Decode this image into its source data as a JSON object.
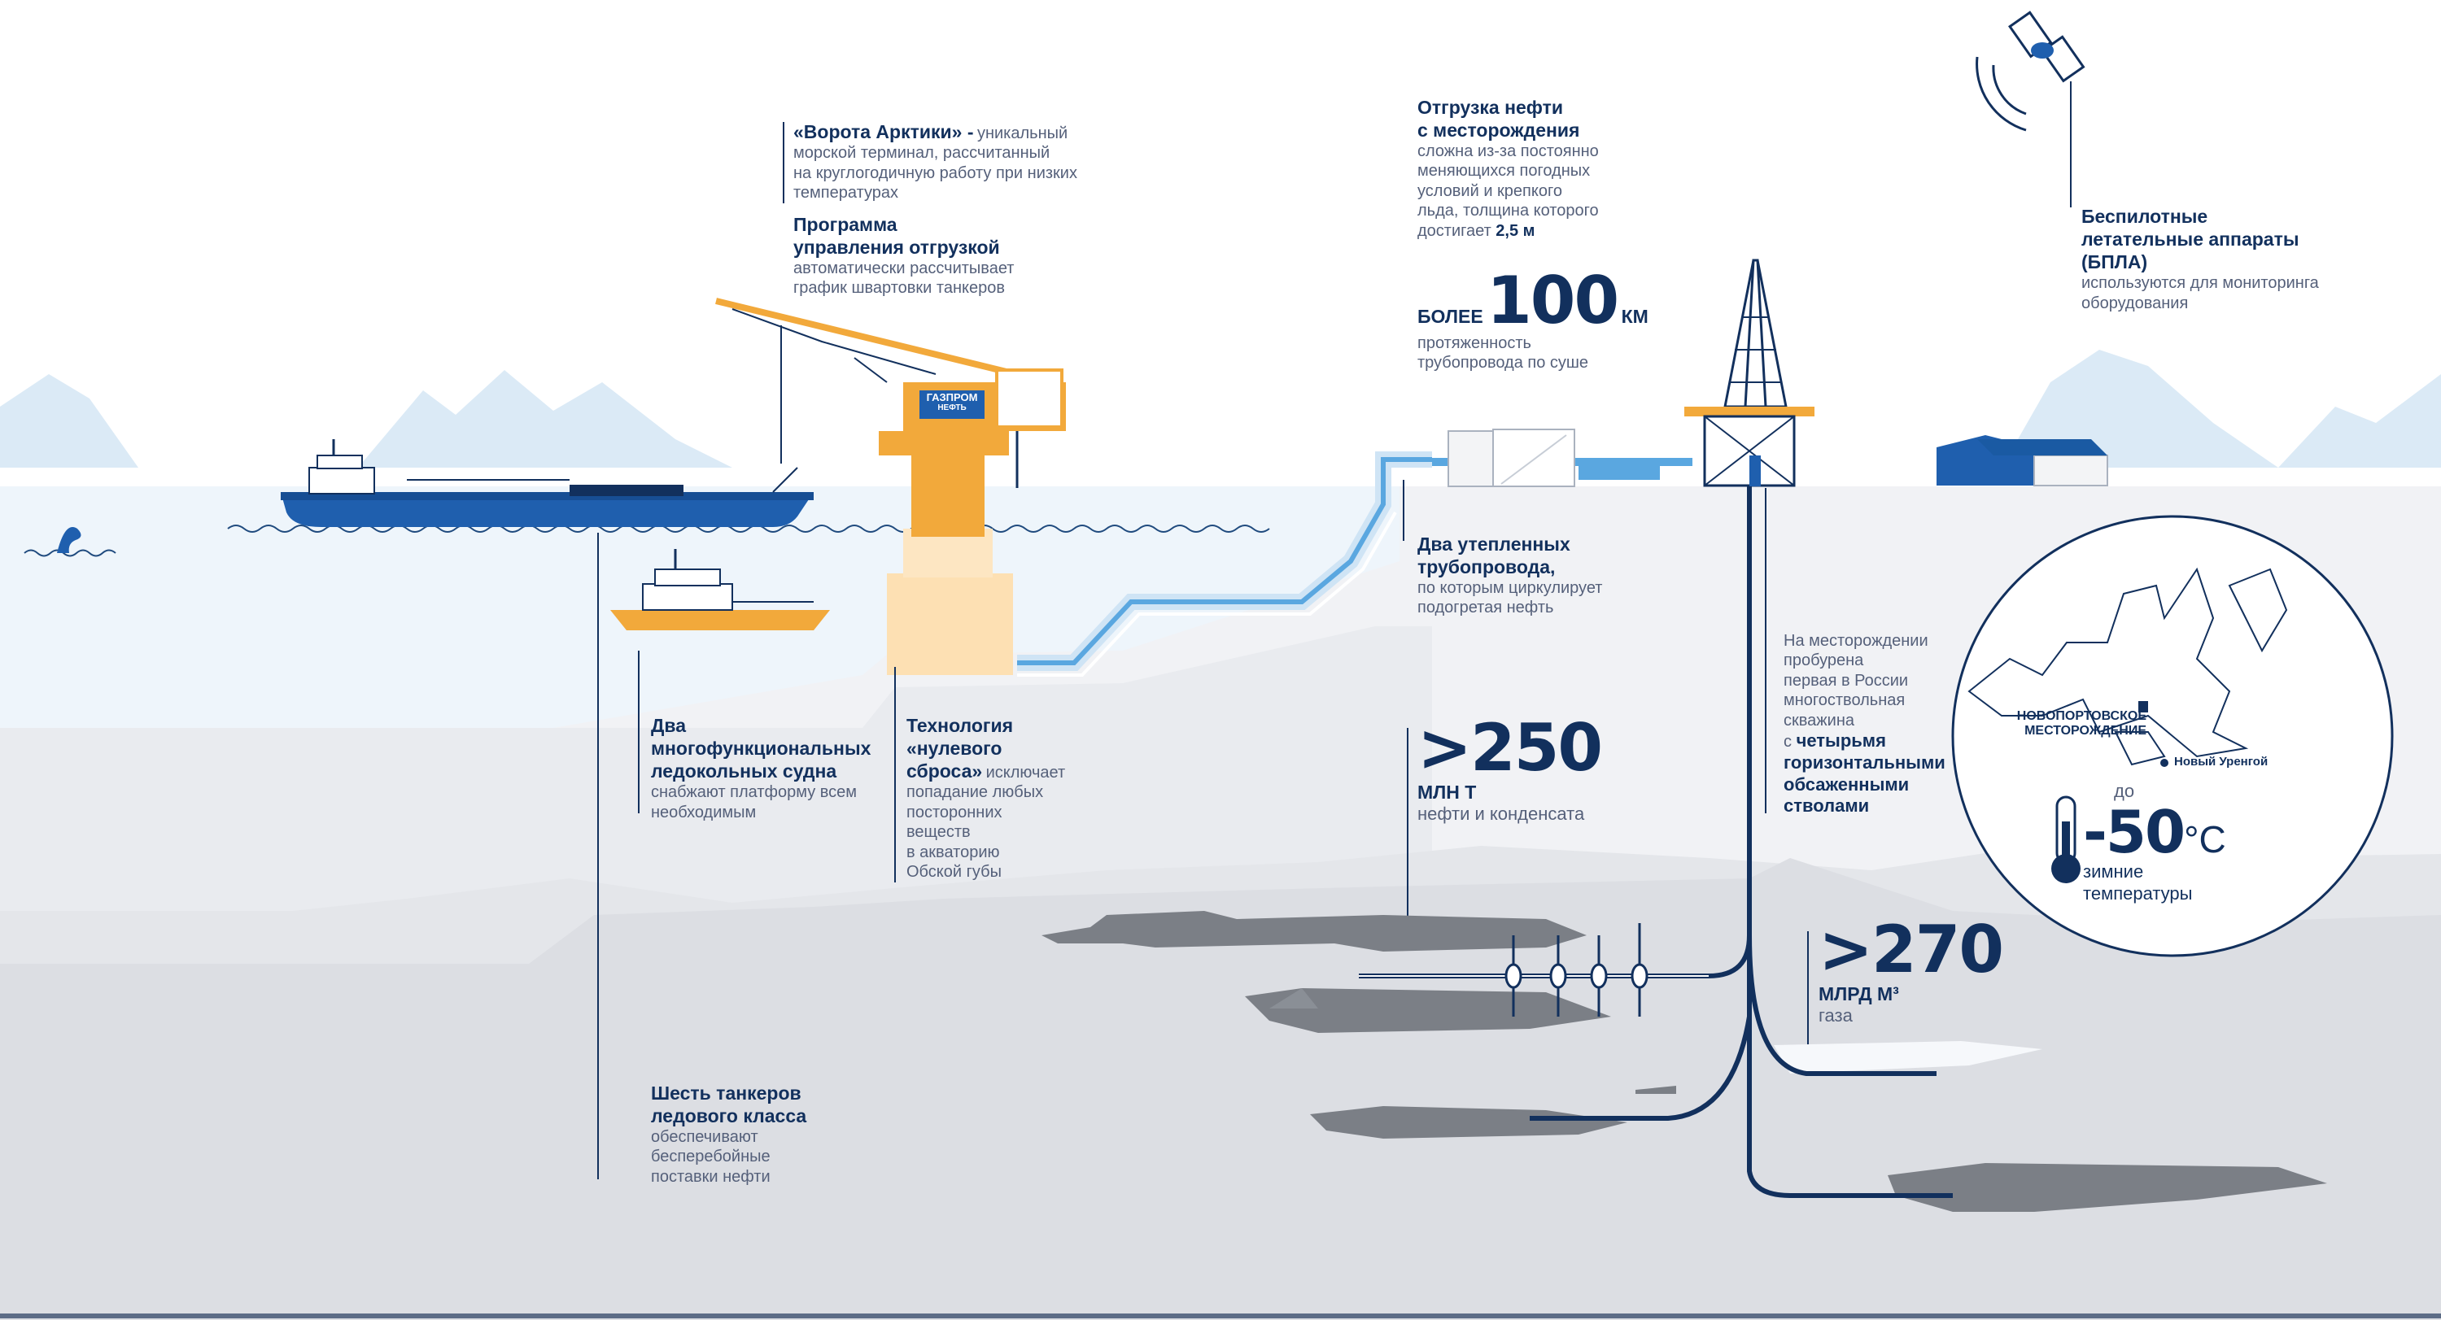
{
  "arctic_gate": {
    "title": "«Ворота Арктики» -",
    "text1": "уникальный",
    "text2": "морской терминал, рассчитанный",
    "text3": "на круглогодичную работу при низких",
    "text4": "температурах"
  },
  "shipping_program": {
    "title1": "Программа",
    "title2": "управления отгрузкой",
    "text1": "автоматически рассчитывает",
    "text2": "график швартовки танкеров"
  },
  "field_shipment": {
    "title1": "Отгрузка нефти",
    "title2": "с месторождения",
    "text1": "сложна из-за постоянно",
    "text2": "меняющихся погодных",
    "text3": "условий и крепкого",
    "text4": "льда, толщина которого",
    "text5": "достигает",
    "text5_value": "2,5 м"
  },
  "pipeline_length": {
    "prefix": "БОЛЕЕ",
    "value": "100",
    "unit": "КМ",
    "text1": "протяженность",
    "text2": "трубопровода по суше"
  },
  "drones": {
    "title1": "Беспилотные",
    "title2": "летательные аппараты",
    "title3": "(БПЛА)",
    "text1": "используются для мониторинга",
    "text2": "оборудования"
  },
  "insulated_pipes": {
    "title1": "Два утепленных",
    "title2": "трубопровода,",
    "text1": "по которым циркулирует",
    "text2": "подогретая нефть"
  },
  "well": {
    "text1": "На месторождении",
    "text2": "пробурена",
    "text3": "первая в России",
    "text4": "многоствольная",
    "text5": "скважина",
    "text6_prefix": "с",
    "text6_bold": "четырьмя",
    "bold1": "горизонтальными",
    "bold2": "обсаженными",
    "bold3": "стволами"
  },
  "icebreakers": {
    "title1": "Два",
    "title2": "многофункциональных",
    "title3": "ледокольных судна",
    "text1": "снабжают платформу всем",
    "text2": "необходимым"
  },
  "zero_discharge": {
    "title1": "Технология",
    "title2": "«нулевого",
    "title3": "сброса»",
    "text1_tail": "исключает",
    "text2": "попадание любых",
    "text3": "посторонних",
    "text4": "веществ",
    "text5": "в акваторию",
    "text6": "Обской губы"
  },
  "oil_reserves": {
    "value": ">250",
    "unit": "МЛН Т",
    "text": "нефти и конденсата"
  },
  "gas_reserves": {
    "value": ">270",
    "unit": "МЛРД М³",
    "text": "газа"
  },
  "tankers": {
    "title1": "Шесть танкеров",
    "title2": "ледового класса",
    "text1": "обеспечивают",
    "text2": "бесперебойные",
    "text3": "поставки нефти"
  },
  "map": {
    "field_label1": "НОВОПОРТОВСКОЕ",
    "field_label2": "МЕСТОРОЖДЕНИЕ",
    "city_label": "Новый Уренгой",
    "temp_prefix": "до",
    "temp_value": "-50",
    "temp_unit": "°C",
    "temp_text1": "зимние",
    "temp_text2": "температуры"
  },
  "terminal_logo": {
    "name": "ГАЗПРОМ",
    "sub": "НЕФТЬ"
  },
  "colors": {
    "navy": "#12305d",
    "blue": "#1f5fae",
    "light_blue": "#5aa7e0",
    "orange": "#f2a93b",
    "ice": "#d8e9f5",
    "ground": "#e4e7ec",
    "deep_ground": "#d3d6dc",
    "rock": "#7b7f86"
  }
}
